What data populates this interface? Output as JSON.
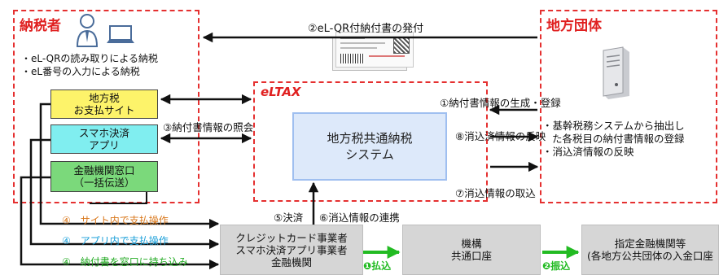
{
  "taxpayer": {
    "title": "納税者",
    "bullets": [
      "・eL-QRの読み取りによる納税",
      "・eL番号の入力による納税"
    ],
    "channels": [
      {
        "label": "地方税\nお支払サイト",
        "color": "#fdf36a"
      },
      {
        "label": "スマホ決済\nアプリ",
        "color": "#80eef0"
      },
      {
        "label": "金融機関窓口\n（一括伝送）",
        "color": "#7bd97b"
      }
    ]
  },
  "local_gov": {
    "title": "地方団体",
    "bullets": [
      "・基幹税務システムから抽出し",
      "た各税目の納付書情報の登録",
      "・消込済情報の反映"
    ]
  },
  "eltax": {
    "title": "eLTAX",
    "system_label": "地方税共通納税\nシステム"
  },
  "flows": {
    "issue": "②eL-QR付納付書の発付",
    "inquiry": "③納付書情報の照会",
    "generate": "①納付書情報の生成・登録",
    "reflect": "⑧消込済情報の反映",
    "fetch": "⑦消込情報の取込",
    "settle": "⑤決済",
    "link": "⑥消込情報の連携",
    "pay_site": "④　サイト内で支払操作",
    "pay_app": "④　アプリ内で支払操作",
    "pay_counter": "④　納付書を窓口に持ち込み",
    "transfer1": "❶払込",
    "transfer2": "❷振込"
  },
  "bottom": {
    "providers": "クレジットカード事業者\nスマホ決済アプリ事業者\n金融機関",
    "org": "機構\n共通口座",
    "bank": "指定金融機関等\n(各地方公共団体の入金口座"
  },
  "colors": {
    "accent_red": "#e53030",
    "eltax_blue": "#9fbff0",
    "system_blue": "#dde9fa",
    "green": "#22bb22",
    "orange": "#d9771a"
  }
}
